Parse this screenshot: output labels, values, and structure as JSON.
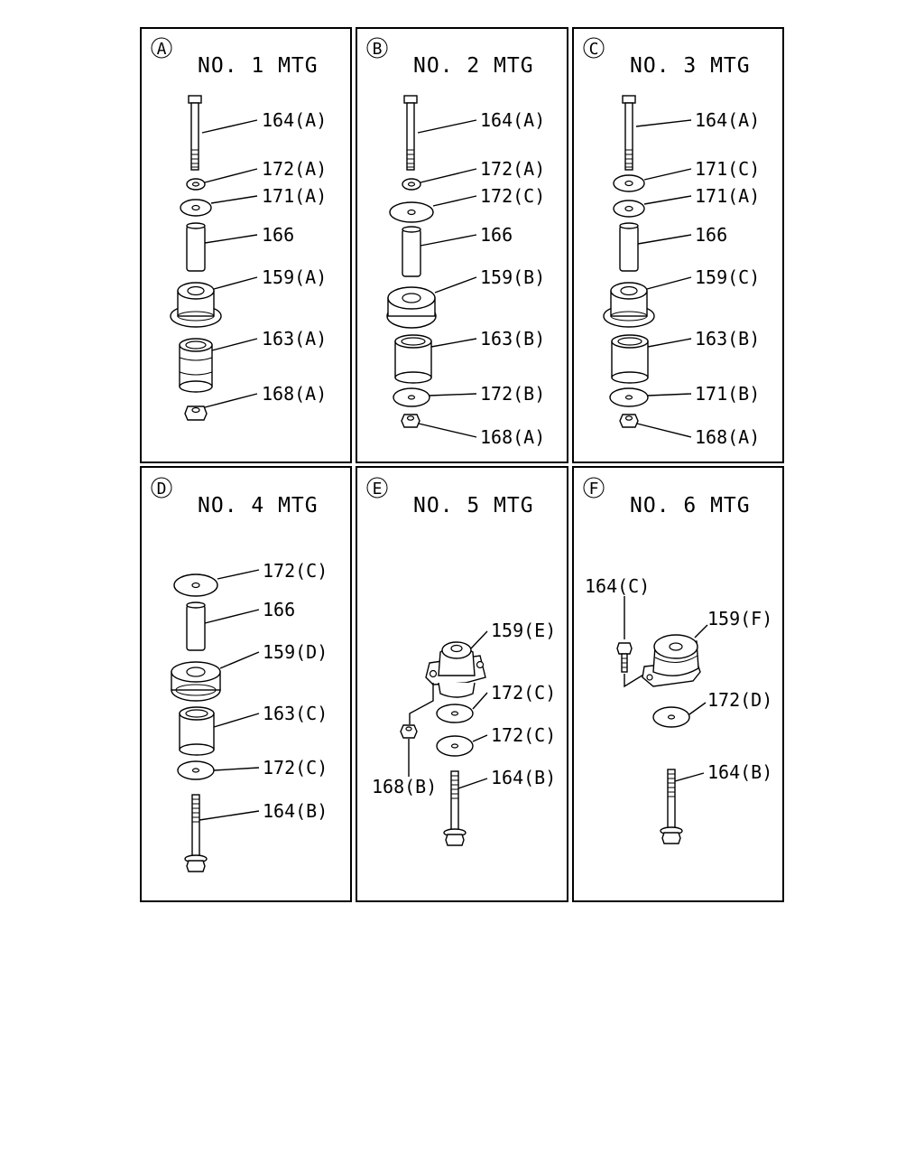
{
  "panels": [
    {
      "letter": "A",
      "title": "NO. 1  MTG",
      "labels": [
        "164(A)",
        "172(A)",
        "171(A)",
        "166",
        "159(A)",
        "163(A)",
        "168(A)"
      ]
    },
    {
      "letter": "B",
      "title": "NO. 2  MTG",
      "labels": [
        "164(A)",
        "172(A)",
        "172(C)",
        "166",
        "159(B)",
        "163(B)",
        "172(B)",
        "168(A)"
      ]
    },
    {
      "letter": "C",
      "title": "NO. 3  MTG",
      "labels": [
        "164(A)",
        "171(C)",
        "171(A)",
        "166",
        "159(C)",
        "163(B)",
        "171(B)",
        "168(A)"
      ]
    },
    {
      "letter": "D",
      "title": "NO. 4  MTG",
      "labels": [
        "172(C)",
        "166",
        "159(D)",
        "163(C)",
        "172(C)",
        "164(B)"
      ]
    },
    {
      "letter": "E",
      "title": "NO. 5  MTG",
      "labels": [
        "159(E)",
        "172(C)",
        "172(C)",
        "168(B)",
        "164(B)"
      ]
    },
    {
      "letter": "F",
      "title": "NO. 6  MTG",
      "labels": [
        "164(C)",
        "159(F)",
        "172(D)",
        "164(B)"
      ]
    }
  ]
}
